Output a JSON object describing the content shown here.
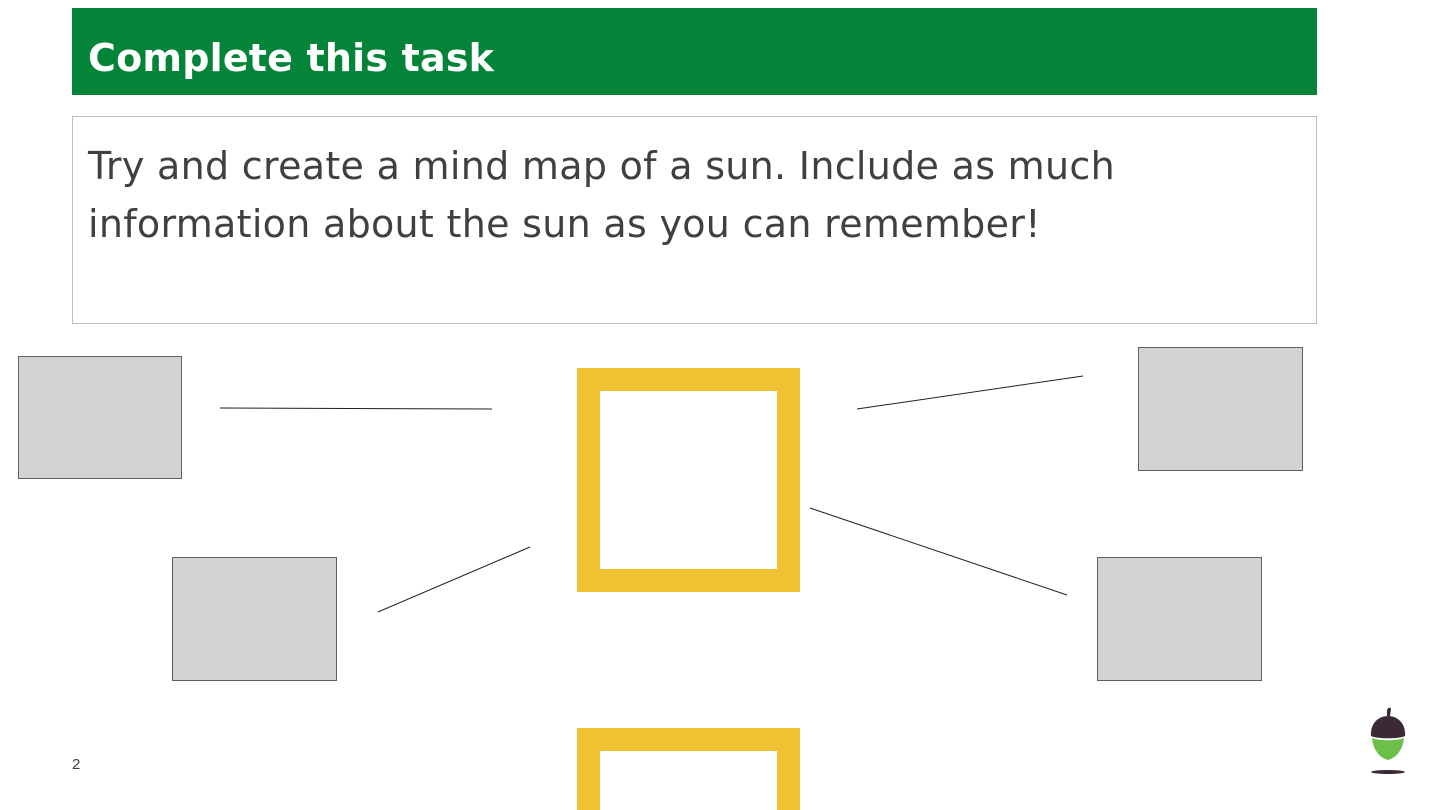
{
  "header": {
    "title": "Complete this task"
  },
  "task": {
    "instruction": "Try and create a mind map of a sun. Include as much information about the sun as you can remember!"
  },
  "footer": {
    "page_number": "2"
  },
  "colors": {
    "header_bg": "#048439",
    "sun_border": "#efc233",
    "node_fill": "#d3d3d6",
    "logo_cap": "#3b2a35",
    "logo_body": "#6cbf4a"
  },
  "icons": {
    "logo": "acorn-logo-icon"
  }
}
